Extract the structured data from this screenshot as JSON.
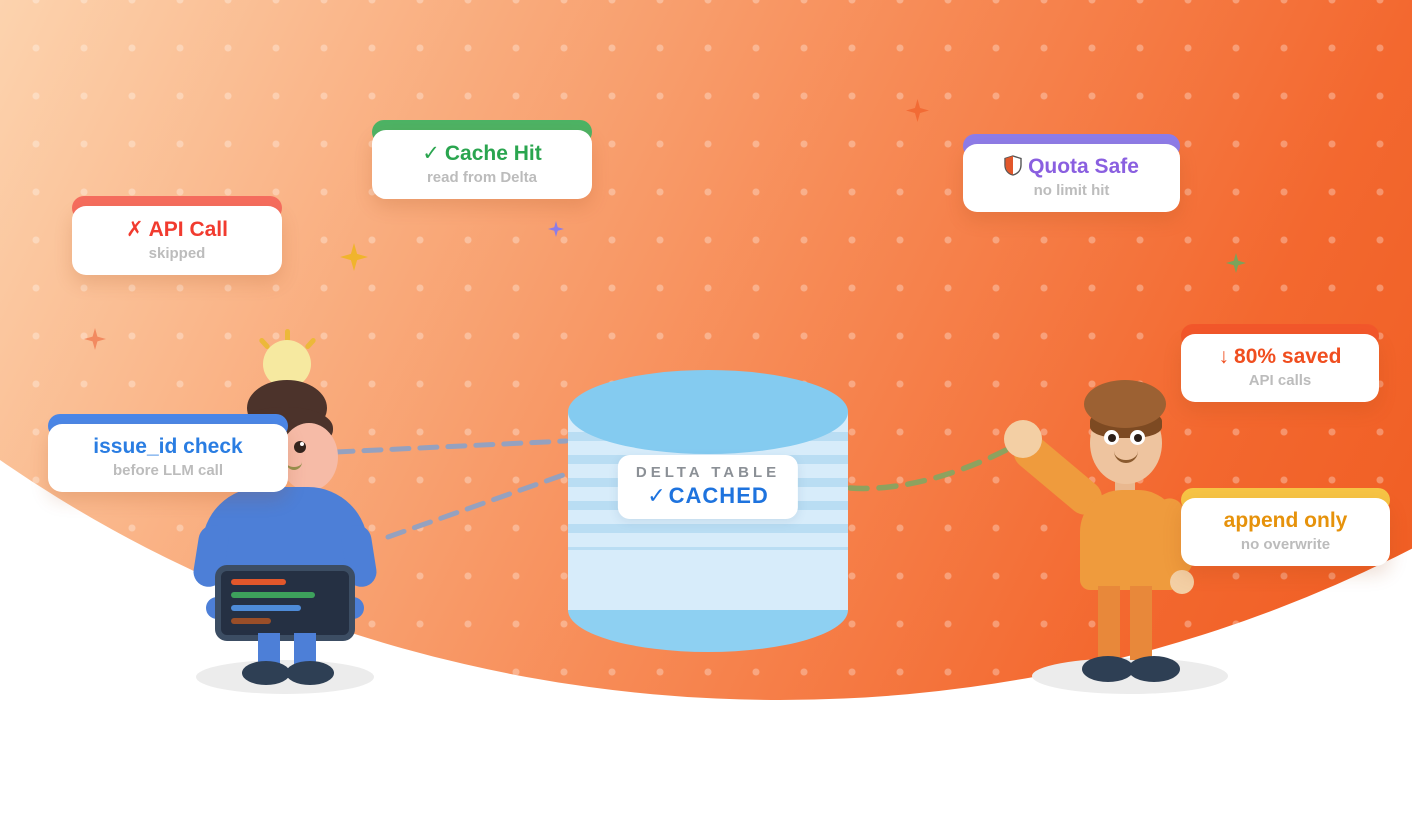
{
  "colors": {
    "bg_gradient_start": "#fcd3ae",
    "bg_gradient_end": "#ef5a1f",
    "bg_outside": "#ffffff",
    "card_red": "#f13b2f",
    "card_green": "#2aa54f",
    "card_purple": "#8a5fe0",
    "card_orange_red": "#f04e1f",
    "card_blue": "#2a7de2",
    "card_amber": "#e6920b",
    "cylinder_blue": "#84cbf0",
    "cached_blue": "#1e73de"
  },
  "cards": {
    "api_call": {
      "icon": "✗",
      "title": "API Call",
      "subtitle": "skipped"
    },
    "cache_hit": {
      "icon": "✓",
      "title": "Cache Hit",
      "subtitle": "read from Delta"
    },
    "quota_safe": {
      "icon_name": "shield-icon",
      "title": "Quota Safe",
      "subtitle": "no limit hit"
    },
    "saved": {
      "icon": "↓",
      "title": "80% saved",
      "subtitle": "API calls"
    },
    "issue_id": {
      "title": "issue_id check",
      "subtitle": "before LLM call"
    },
    "append_only": {
      "title": "append only",
      "subtitle": "no overwrite"
    }
  },
  "database": {
    "line1": "DELTA TABLE",
    "check": "✓",
    "line2": "CACHED"
  },
  "icons": {
    "lightbulb": "idea above left developer",
    "laptop_code_lines": [
      "orange",
      "green",
      "blue",
      "brown"
    ]
  }
}
